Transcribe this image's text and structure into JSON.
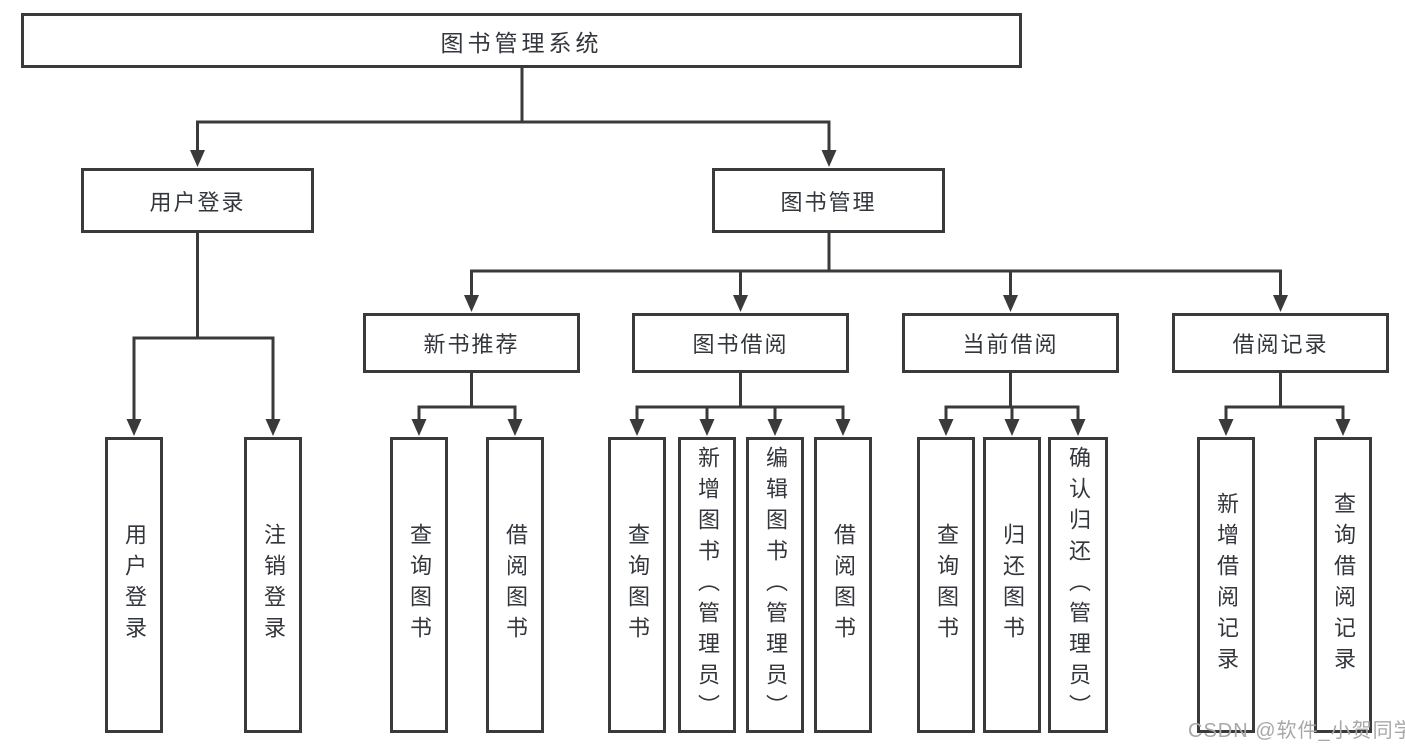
{
  "diagram": {
    "root": {
      "label": "图书管理系统"
    },
    "branches": [
      {
        "label": "用户登录",
        "children": [
          {
            "label": "用户登录"
          },
          {
            "label": "注销登录"
          }
        ]
      },
      {
        "label": "图书管理",
        "children": [
          {
            "label": "新书推荐",
            "children": [
              {
                "label": "查询图书"
              },
              {
                "label": "借阅图书"
              }
            ]
          },
          {
            "label": "图书借阅",
            "children": [
              {
                "label": "查询图书"
              },
              {
                "label": "新增图书（管理员）"
              },
              {
                "label": "编辑图书（管理员）"
              },
              {
                "label": "借阅图书"
              }
            ]
          },
          {
            "label": "当前借阅",
            "children": [
              {
                "label": "查询图书"
              },
              {
                "label": "归还图书"
              },
              {
                "label": "确认归还（管理员）"
              }
            ]
          },
          {
            "label": "借阅记录",
            "children": [
              {
                "label": "新增借阅记录"
              },
              {
                "label": "查询借阅记录"
              }
            ]
          }
        ]
      }
    ],
    "watermark": "CSDN @软件_小贺同学",
    "colors": {
      "line": "#3a3a3a",
      "text": "#33363b",
      "watermark": "#a8a8a8",
      "background": "#ffffff"
    }
  }
}
